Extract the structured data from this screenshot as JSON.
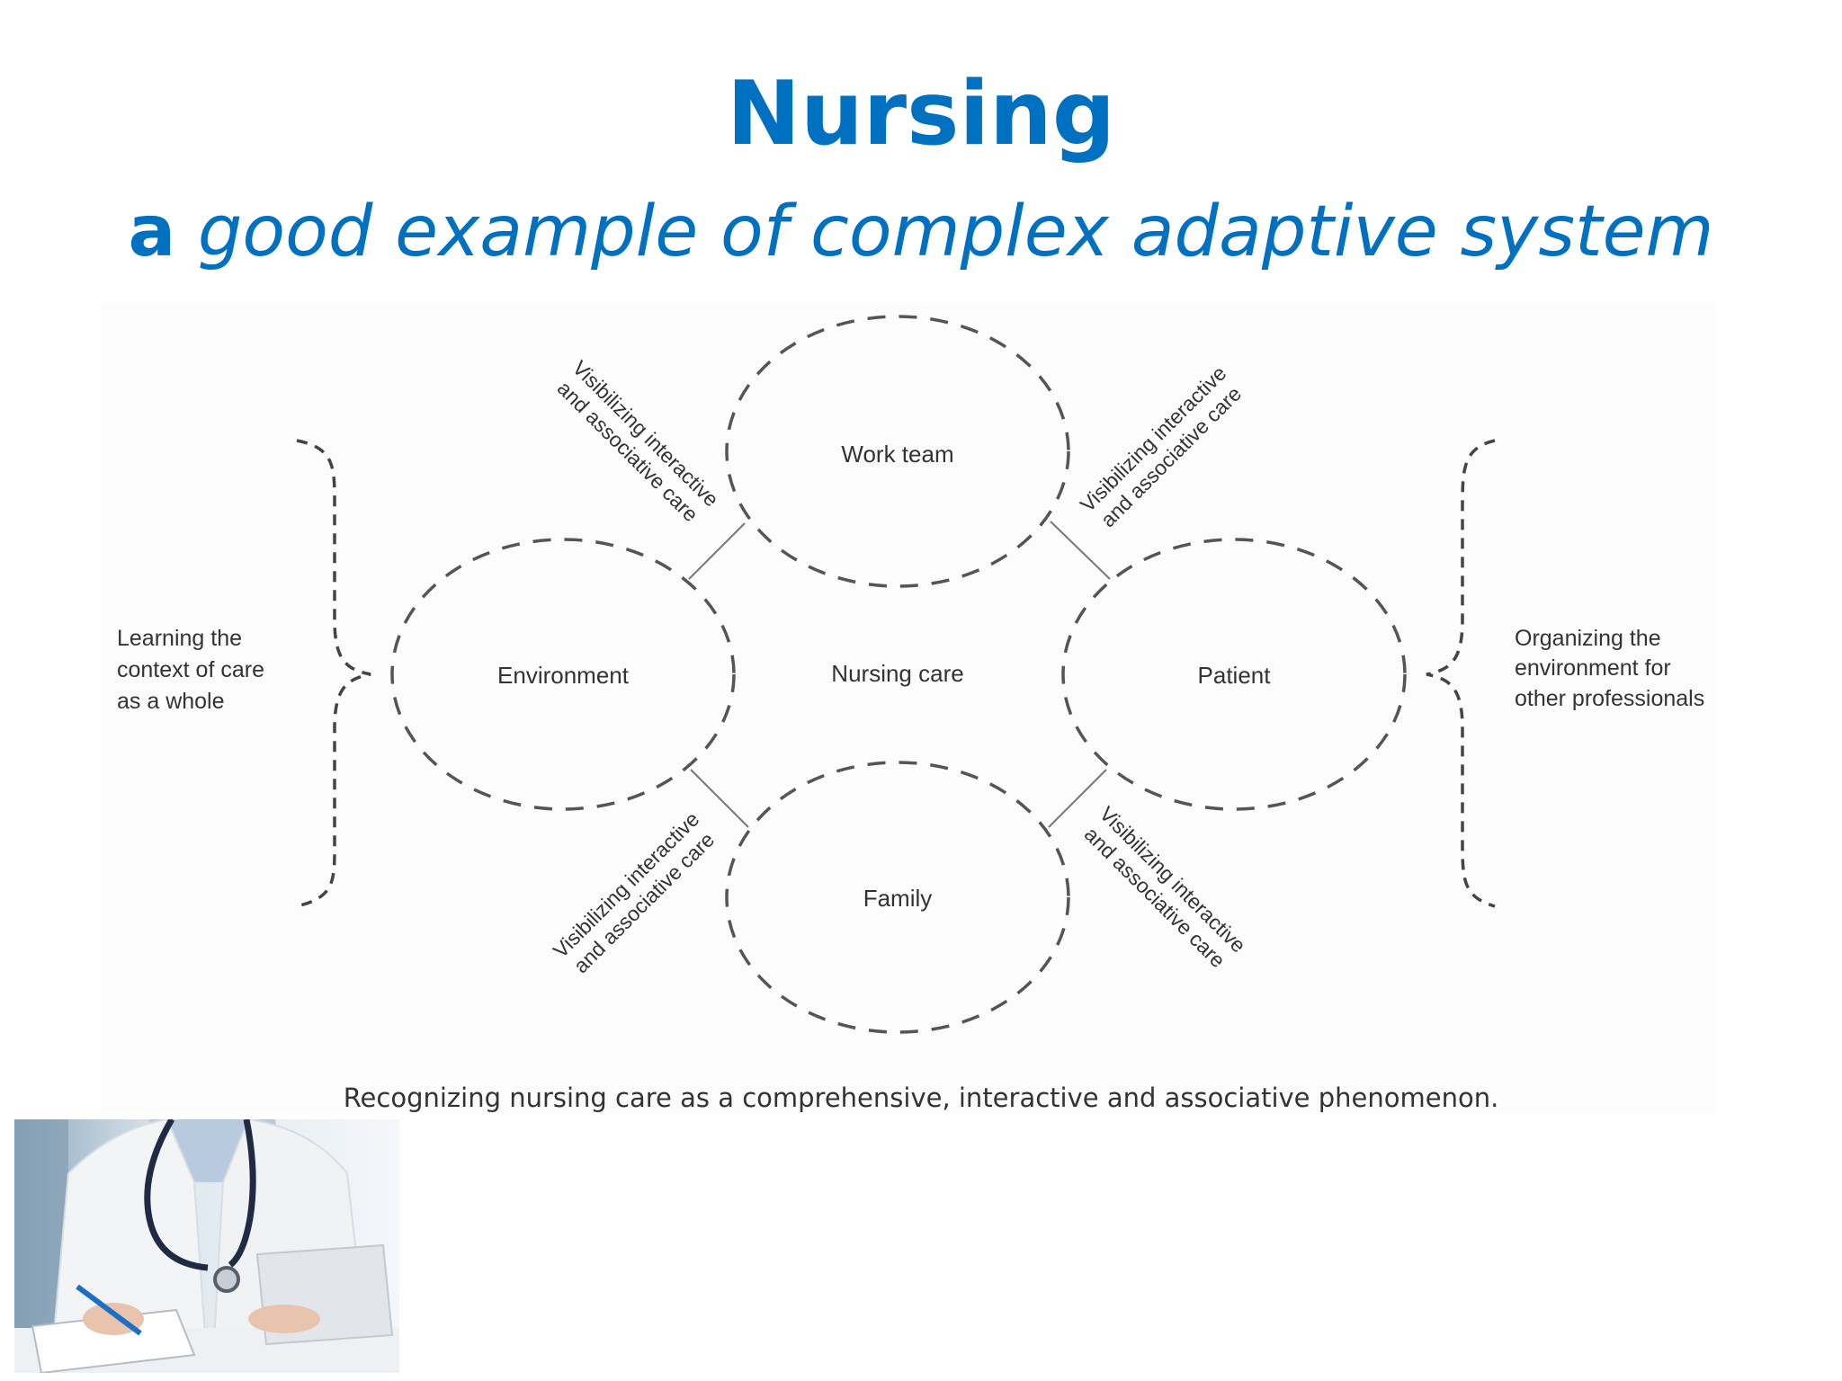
{
  "slide": {
    "title": "Nursing",
    "subtitle_lead": "a",
    "subtitle_rest": "good example of complex adaptive system"
  },
  "diagram": {
    "center_label": "Nursing care",
    "nodes": {
      "top": "Work team",
      "left": "Environment",
      "right": "Patient",
      "bottom": "Family"
    },
    "connector_label_line1": "Visibilizing interactive",
    "connector_label_line2": "and associative care",
    "left_note": [
      "Learning the",
      "context of care",
      "as a whole"
    ],
    "right_note": [
      "Organizing the",
      "environment for",
      "other professionals"
    ],
    "caption": "Recognizing nursing care as a comprehensive, interactive and associative phenomenon."
  },
  "colors": {
    "title": "#0070c0",
    "diagram_line": "#555555",
    "diagram_text": "#333333"
  },
  "photo": {
    "icon": "nurse-with-stethoscope-photo"
  }
}
